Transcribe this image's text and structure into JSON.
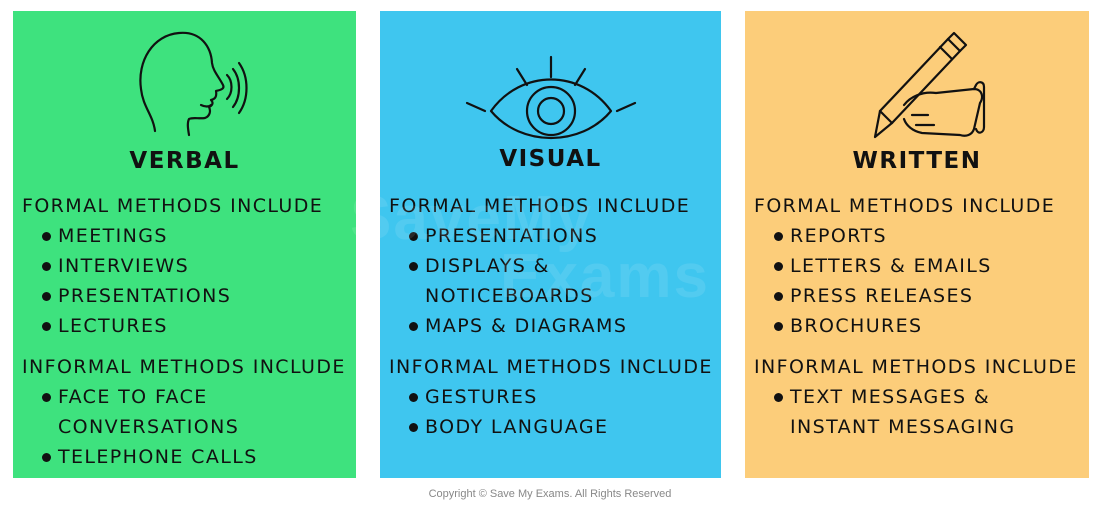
{
  "colors": {
    "verbal": "#3ee27e",
    "visual": "#3fc6ef",
    "written": "#fccd7a"
  },
  "panels": [
    {
      "id": "verbal",
      "title": "VERBAL",
      "icon": "speaking-head-icon",
      "formal_heading": "FORMAL METHODS INCLUDE",
      "formal_items": [
        "MEETINGS",
        "INTERVIEWS",
        "PRESENTATIONS",
        "LECTURES"
      ],
      "informal_heading": "INFORMAL METHODS INCLUDE",
      "informal_items": [
        "FACE TO FACE\nCONVERSATIONS",
        "TELEPHONE CALLS"
      ]
    },
    {
      "id": "visual",
      "title": "VISUAL",
      "icon": "eye-icon",
      "formal_heading": "FORMAL METHODS INCLUDE",
      "formal_items": [
        "PRESENTATIONS",
        "DISPLAYS &\nNOTICEBOARDS",
        "MAPS & DIAGRAMS"
      ],
      "informal_heading": "INFORMAL METHODS INCLUDE",
      "informal_items": [
        "GESTURES",
        "BODY LANGUAGE"
      ]
    },
    {
      "id": "written",
      "title": "WRITTEN",
      "icon": "hand-writing-icon",
      "formal_heading": "FORMAL METHODS INCLUDE",
      "formal_items": [
        "REPORTS",
        "LETTERS & EMAILS",
        "PRESS RELEASES",
        "BROCHURES"
      ],
      "informal_heading": "INFORMAL METHODS INCLUDE",
      "informal_items": [
        "TEXT MESSAGES &\nINSTANT MESSAGING"
      ]
    }
  ],
  "watermark": {
    "line1": "SaveMy",
    "line2": "Exams"
  },
  "footer": {
    "copyright": "Copyright © Save My Exams. All Rights Reserved"
  }
}
